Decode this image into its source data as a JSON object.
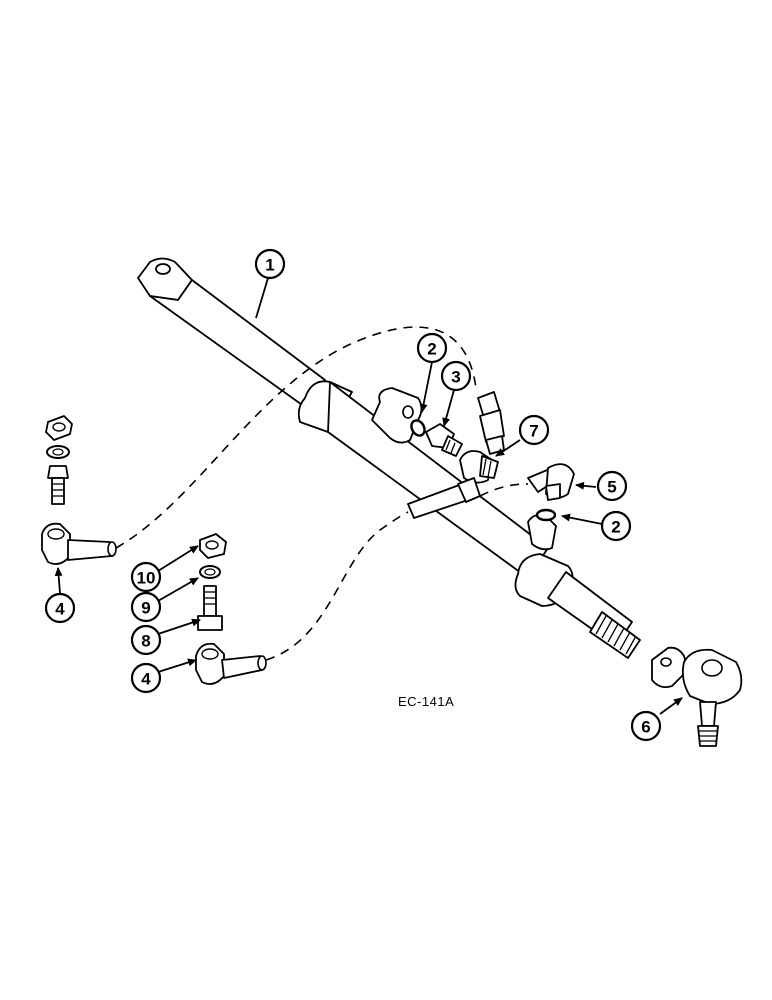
{
  "figure_code": "EC-141A",
  "callouts": [
    {
      "id": "callout-1",
      "label": "1"
    },
    {
      "id": "callout-2a",
      "label": "2"
    },
    {
      "id": "callout-3",
      "label": "3"
    },
    {
      "id": "callout-7",
      "label": "7"
    },
    {
      "id": "callout-5",
      "label": "5"
    },
    {
      "id": "callout-2b",
      "label": "2"
    },
    {
      "id": "callout-10",
      "label": "10"
    },
    {
      "id": "callout-9",
      "label": "9"
    },
    {
      "id": "callout-8",
      "label": "8"
    },
    {
      "id": "callout-4a",
      "label": "4"
    },
    {
      "id": "callout-4b",
      "label": "4"
    },
    {
      "id": "callout-6",
      "label": "6"
    }
  ]
}
